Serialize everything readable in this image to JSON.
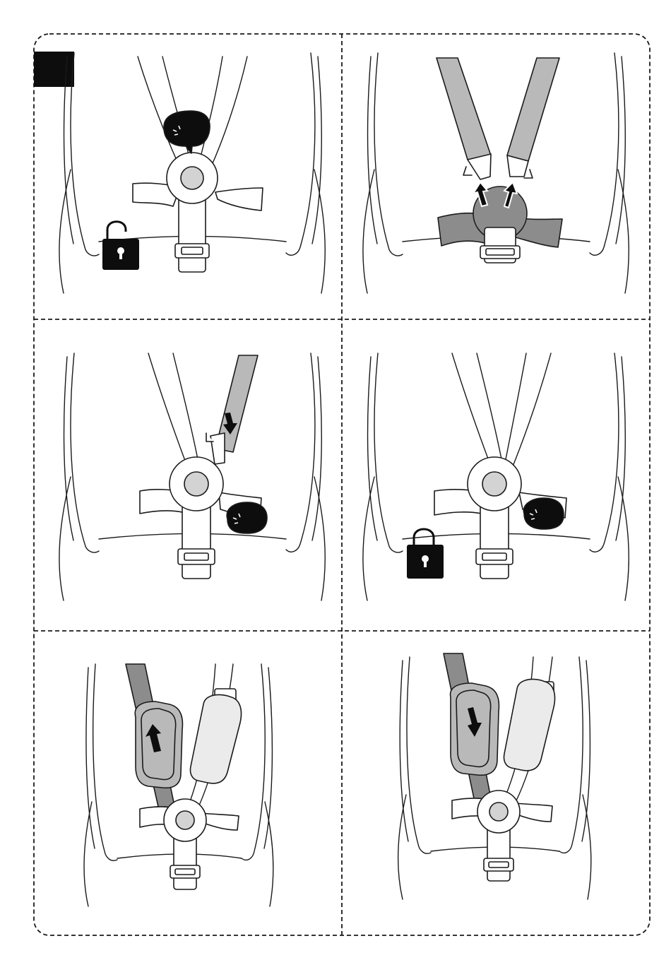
{
  "sheet": {
    "frame_style": "dashed-rounded",
    "step_badge_color": "#0d0d0d"
  },
  "colors": {
    "outline": "#1a1a1a",
    "fill_white": "#ffffff",
    "strap_grey": "#b9b9b9",
    "strap_dark": "#8c8c8c",
    "pad_light": "#ebebeb",
    "hub_grey": "#d3d3d3",
    "arrow": "#0d0d0d",
    "lock_fill": "#0d0d0d"
  },
  "panels": [
    {
      "id": "panel-1",
      "icons": [
        "padlock-open-icon",
        "button-press-icon"
      ],
      "state": "release buckle"
    },
    {
      "id": "panel-2",
      "icons": [
        "arrow-up-icon",
        "arrow-up-icon"
      ],
      "state": "pull shoulder straps out of buckle"
    },
    {
      "id": "panel-3",
      "icons": [
        "arrow-down-icon",
        "button-press-icon"
      ],
      "state": "insert shoulder strap tongue"
    },
    {
      "id": "panel-4",
      "icons": [
        "padlock-closed-icon",
        "button-press-icon"
      ],
      "state": "buckle locked"
    },
    {
      "id": "panel-5",
      "icons": [
        "arrow-up-icon"
      ],
      "state": "slide shoulder pad up"
    },
    {
      "id": "panel-6",
      "icons": [
        "arrow-down-icon"
      ],
      "state": "slide shoulder pad down"
    }
  ]
}
